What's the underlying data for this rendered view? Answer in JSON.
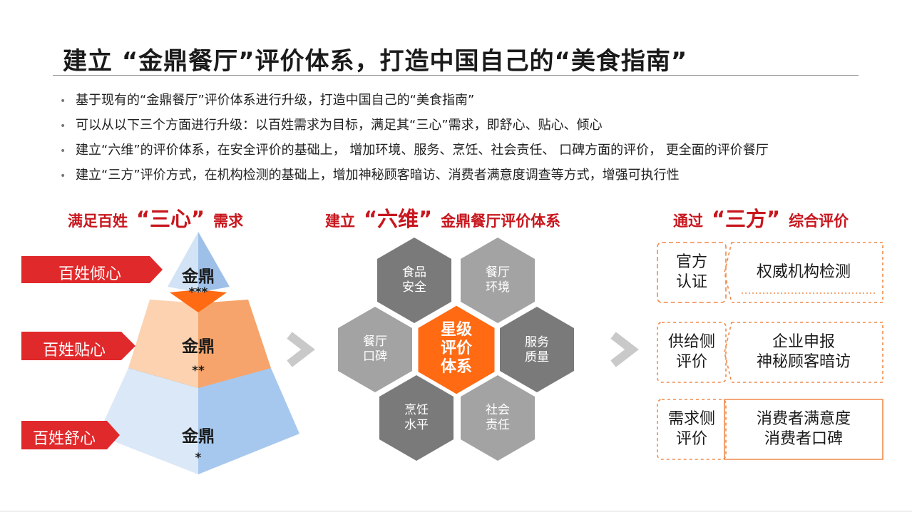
{
  "title": "建立 “金鼎餐厅”评价体系，打造中国自己的“美食指南”",
  "bullets": [
    "基于现有的“金鼎餐厅”评价体系进行升级，打造中国自己的“美食指南”",
    "可以从以下三个方面进行升级：以百姓需求为目标，满足其“三心”需求，即舒心、贴心、倾心",
    "建立“六维”的评价体系，在安全评价的基础上， 增加环境、服务、烹饪、社会责任、 口碑方面的评价， 更全面的评价餐厅",
    "建立“三方”评价方式，在机构检测的基础上，增加神秘顾客暗访、消费者满意度调查等方式，增强可执行性"
  ],
  "bullet_mark": "•",
  "section1": {
    "pre": "满足百姓",
    "big": "“三心”",
    "post": "需求",
    "tags": [
      "百姓倾心",
      "百姓贴心",
      "百姓舒心"
    ],
    "tiers": [
      {
        "name": "金鼎",
        "stars": "***"
      },
      {
        "name": "金鼎",
        "stars": "**"
      },
      {
        "name": "金鼎",
        "stars": "*"
      }
    ]
  },
  "section2": {
    "pre": "建立",
    "big": "“六维”",
    "post": "金鼎餐厅评价体系",
    "center": [
      "星级",
      "评价",
      "体系"
    ],
    "hexes": [
      [
        "食品",
        "安全"
      ],
      [
        "餐厅",
        "环境"
      ],
      [
        "服务",
        "质量"
      ],
      [
        "社会",
        "责任"
      ],
      [
        "烹饪",
        "水平"
      ],
      [
        "餐厅",
        "口碑"
      ]
    ]
  },
  "section3": {
    "pre": "通过",
    "big": "“三方”",
    "post": "综合评价",
    "rows": [
      {
        "left": [
          "官方",
          "认证"
        ],
        "right": [
          "权威机构检测"
        ]
      },
      {
        "left": [
          "供给侧",
          "评价"
        ],
        "right": [
          "企业申报",
          "神秘顾客暗访"
        ]
      },
      {
        "left": [
          "需求侧",
          "评价"
        ],
        "right": [
          "消费者满意度",
          "消费者口碑"
        ]
      }
    ]
  },
  "colors": {
    "accent_red": "#c8161d",
    "orange": "#ff6a13",
    "tag_red": "#e0292b",
    "hex_dark": "#7a7a7a",
    "hex_light": "#a3a3a3",
    "pyr_top": "#a9c7ea",
    "pyr_mid": "#f9b784",
    "pyr_bottom": "#c7dcf4",
    "band_orange": "#ff6a13",
    "band_blue": "#4a8fe0",
    "border_orange": "#f08a4b"
  },
  "icons": [
    "chevron-right-icon",
    "chevron-right-icon"
  ]
}
